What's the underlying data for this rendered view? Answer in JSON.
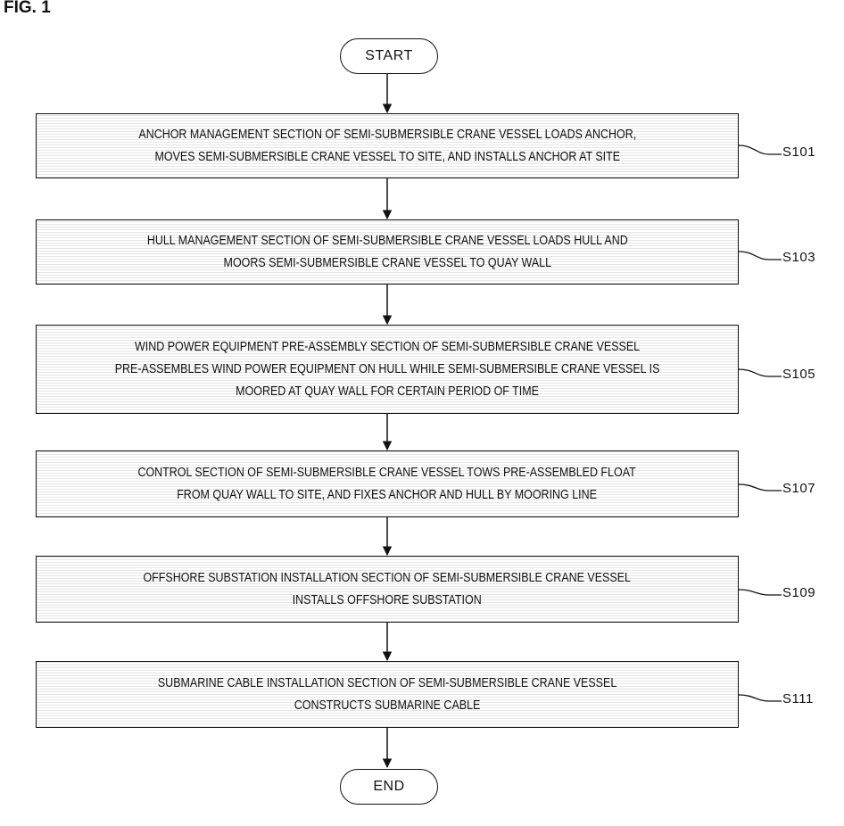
{
  "figure_label": "FIG. 1",
  "start_label": "START",
  "end_label": "END",
  "steps": [
    {
      "ref": "S101",
      "lines": [
        "ANCHOR MANAGEMENT SECTION OF SEMI-SUBMERSIBLE CRANE VESSEL LOADS ANCHOR,",
        "MOVES SEMI-SUBMERSIBLE CRANE VESSEL TO SITE, AND INSTALLS ANCHOR AT SITE"
      ]
    },
    {
      "ref": "S103",
      "lines": [
        "HULL MANAGEMENT SECTION OF SEMI-SUBMERSIBLE CRANE VESSEL LOADS HULL AND",
        "MOORS SEMI-SUBMERSIBLE CRANE VESSEL TO QUAY WALL"
      ]
    },
    {
      "ref": "S105",
      "lines": [
        "WIND POWER EQUIPMENT PRE-ASSEMBLY SECTION OF SEMI-SUBMERSIBLE CRANE VESSEL",
        "PRE-ASSEMBLES WIND POWER EQUIPMENT ON HULL WHILE SEMI-SUBMERSIBLE CRANE VESSEL IS",
        "MOORED AT QUAY WALL FOR CERTAIN PERIOD OF TIME"
      ]
    },
    {
      "ref": "S107",
      "lines": [
        "CONTROL SECTION OF SEMI-SUBMERSIBLE CRANE VESSEL TOWS PRE-ASSEMBLED FLOAT",
        "FROM QUAY WALL TO SITE, AND FIXES ANCHOR AND HULL BY MOORING LINE"
      ]
    },
    {
      "ref": "S109",
      "lines": [
        "OFFSHORE SUBSTATION INSTALLATION SECTION OF SEMI-SUBMERSIBLE CRANE VESSEL",
        "INSTALLS OFFSHORE SUBSTATION"
      ]
    },
    {
      "ref": "S111",
      "lines": [
        "SUBMARINE CABLE INSTALLATION SECTION OF SEMI-SUBMERSIBLE CRANE VESSEL",
        "CONSTRUCTS SUBMARINE CABLE"
      ]
    }
  ]
}
